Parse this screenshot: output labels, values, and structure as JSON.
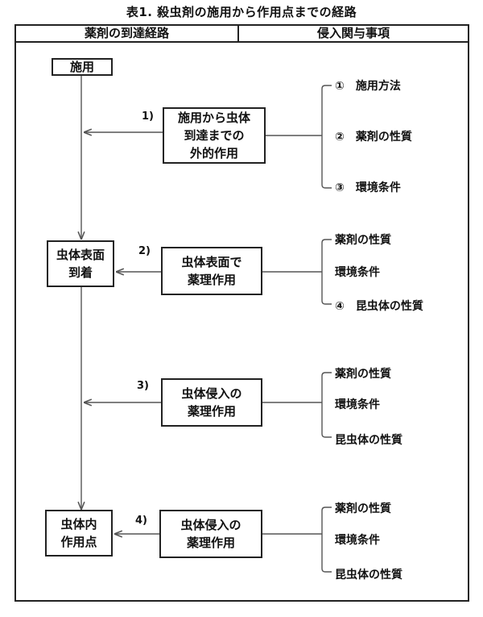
{
  "title": "表1. 殺虫剤の施用から作用点までの経路",
  "headers": {
    "left": "薬剤の到達経路",
    "right": "侵入関与事項"
  },
  "path": {
    "start": "施用",
    "surface": "虫体表面\n到着",
    "target": "虫体内\n作用点"
  },
  "steps": [
    {
      "num": "1)",
      "label": "施用から虫体\n到達までの\n外的作用",
      "factors": [
        "①　施用方法",
        "②　薬剤の性質",
        "③　環境条件"
      ]
    },
    {
      "num": "2)",
      "label": "虫体表面で\n薬理作用",
      "factors": [
        "薬剤の性質",
        "環境条件",
        "④　昆虫体の性質"
      ]
    },
    {
      "num": "3)",
      "label": "虫体侵入の\n薬理作用",
      "factors": [
        "薬剤の性質",
        "環境条件",
        "昆虫体の性質"
      ]
    },
    {
      "num": "4)",
      "label": "虫体侵入の\n薬理作用",
      "factors": [
        "薬剤の性質",
        "環境条件",
        "昆虫体の性質"
      ]
    }
  ]
}
